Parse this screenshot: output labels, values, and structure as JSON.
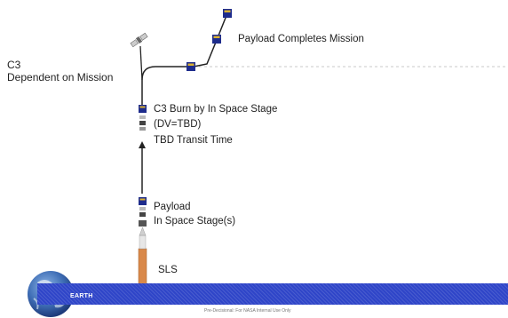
{
  "c3_label": {
    "line1": "C3",
    "line2": "Dependent on Mission"
  },
  "payload_completes": "Payload Completes Mission",
  "burn_labels": {
    "line1": "C3 Burn by In Space Stage",
    "line2": "(DV=TBD)",
    "line3": "TBD Transit Time"
  },
  "payload_labels": {
    "line1": "Payload",
    "line2": "In Space Stage(s)"
  },
  "sls_label": "SLS",
  "earth_label": "EARTH",
  "footer_note": "Pre-Decisional: For NASA Internal Use Only",
  "icons": [
    "earth-globe-icon",
    "spacecraft-icon",
    "satellite-icon",
    "rocket-icon"
  ],
  "colors": {
    "earth_band": "#2f45c8",
    "trajectory": "#222222",
    "dashed_orbit": "#c9c9c9",
    "rocket_body": "#d9894a",
    "spacecraft_blue": "#1e2c8c",
    "spacecraft_gold": "#d9b132"
  }
}
